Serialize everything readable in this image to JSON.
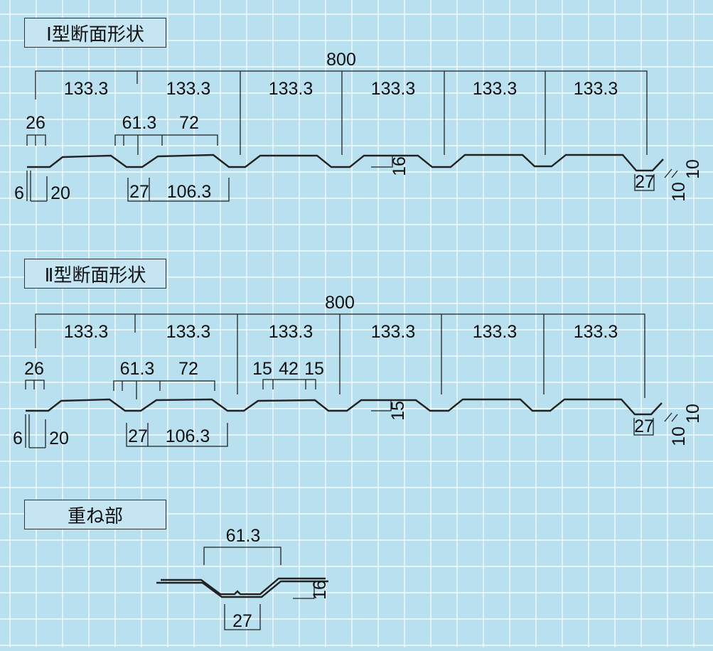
{
  "sections": {
    "type1": {
      "title": "Ⅰ型断面形状",
      "total_width": "800",
      "pitches": [
        "133.3",
        "133.3",
        "133.3",
        "133.3",
        "133.3",
        "133.3"
      ],
      "dims": {
        "d26": "26",
        "d61_3": "61.3",
        "d72": "72",
        "d6": "6",
        "d20": "20",
        "d27": "27",
        "d106_3": "106.3",
        "d16": "16",
        "d27_end": "27",
        "d10a": "10",
        "d10b": "10"
      }
    },
    "type2": {
      "title": "Ⅱ型断面形状",
      "total_width": "800",
      "pitches": [
        "133.3",
        "133.3",
        "133.3",
        "133.3",
        "133.3",
        "133.3"
      ],
      "dims": {
        "d26": "26",
        "d61_3": "61.3",
        "d72": "72",
        "d15a": "15",
        "d42": "42",
        "d15b": "15",
        "d6": "6",
        "d20": "20",
        "d27": "27",
        "d106_3": "106.3",
        "d15c": "15",
        "d27_end": "27",
        "d10a": "10",
        "d10b": "10"
      }
    },
    "overlap": {
      "title": "重ね部",
      "dims": {
        "d61_3": "61.3",
        "d16": "16",
        "d27": "27"
      }
    }
  },
  "colors": {
    "background": "#b9e0ee",
    "grid": "#ffffff",
    "line": "#222222"
  }
}
